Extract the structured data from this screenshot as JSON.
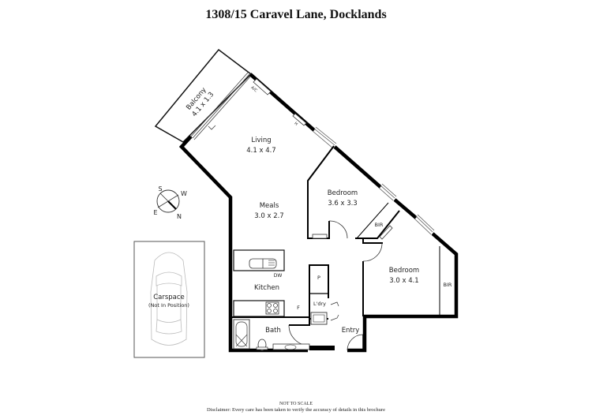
{
  "title": "1308/15 Caravel Lane, Docklands",
  "rooms": {
    "balcony": {
      "name": "Balcony",
      "size": "4.1 x 1.3"
    },
    "living": {
      "name": "Living",
      "size": "4.1 x 4.7"
    },
    "meals": {
      "name": "Meals",
      "size": "3.0 x 2.7"
    },
    "bedroom1": {
      "name": "Bedroom",
      "size": "3.6 x 3.3"
    },
    "bedroom2": {
      "name": "Bedroom",
      "size": "3.0 x 4.1"
    },
    "kitchen": {
      "name": "Kitchen"
    },
    "bath": {
      "name": "Bath"
    },
    "entry": {
      "name": "Entry"
    },
    "laundry": {
      "name": "L'dry"
    },
    "pantry": {
      "name": "P"
    },
    "bir1": {
      "name": "BIR"
    },
    "bir2": {
      "name": "BIR"
    },
    "fridge": {
      "name": "F"
    },
    "dishwasher": {
      "name": "DW"
    },
    "ac": {
      "name": "A/C"
    },
    "heater": {
      "name": "H"
    },
    "carspace": {
      "name": "Carspace",
      "note": "(Not In Position)"
    }
  },
  "compass": {
    "n": "N",
    "s": "S",
    "e": "E",
    "w": "W"
  },
  "footer": {
    "scale": "NOT TO SCALE",
    "disclaimer": "Disclaimer: Every care has been taken to verify the accuracy of details in this brochure"
  }
}
